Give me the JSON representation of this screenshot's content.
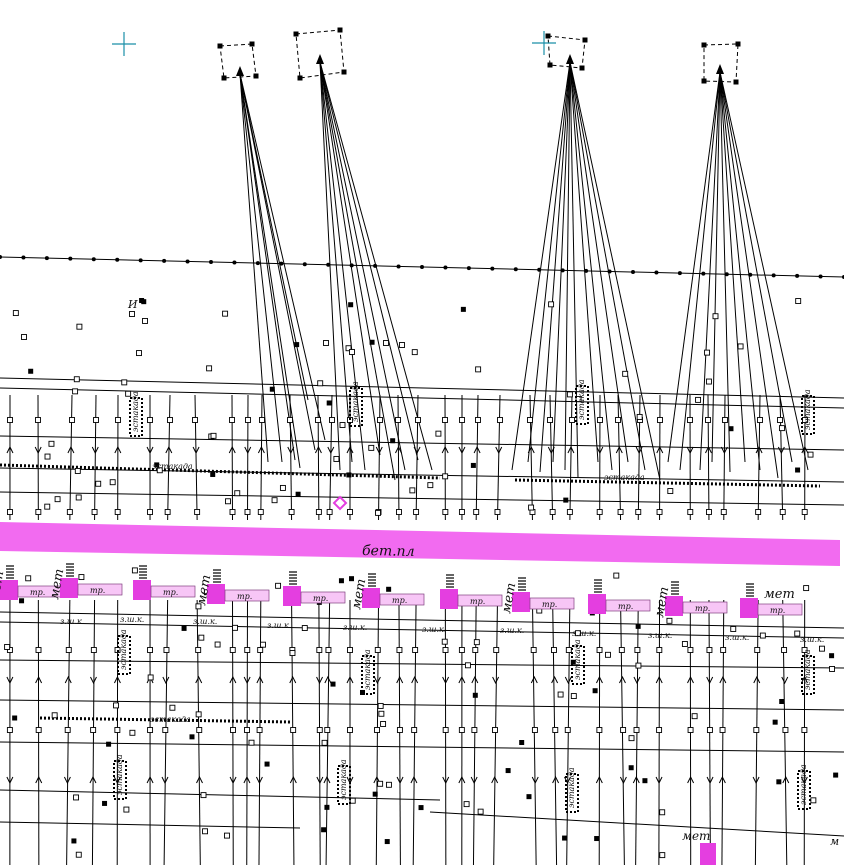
{
  "map": {
    "colors": {
      "background": "#ffffff",
      "line": "#000000",
      "road_fill": "#f26bf0",
      "equipment_fill": "#e43ee0",
      "label_box_fill": "#f7c6f6",
      "marker_cross": "#1a8fa8"
    },
    "road_label": "бет.пл",
    "met_label": "мет",
    "tr_label": "тр.",
    "overpass_label": "эстакада",
    "ash_label": "з.ш.к.",
    "misc_label_i": "И",
    "misc_label_m": "м",
    "icons": [
      "square-node",
      "filled-square-node",
      "dot-node",
      "arrow-up-icon",
      "arrow-down-icon",
      "cross-marker-icon",
      "pink-diamond-icon",
      "spring-symbol-icon"
    ]
  }
}
